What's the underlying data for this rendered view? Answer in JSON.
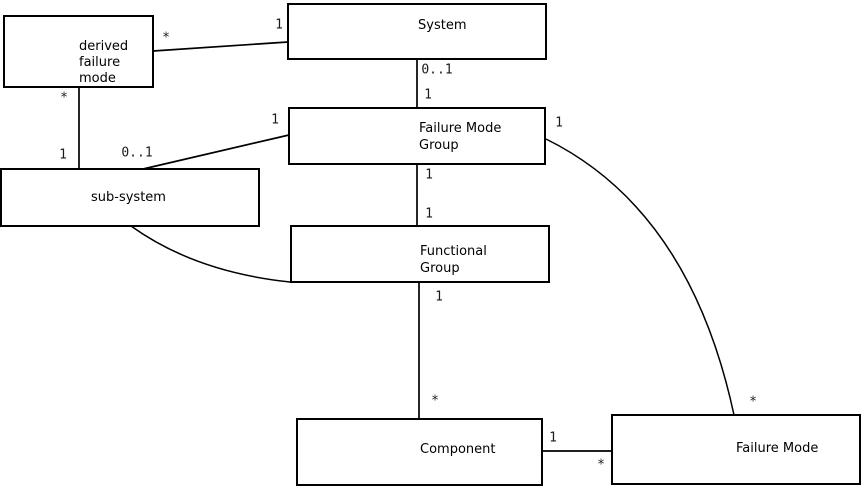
{
  "diagram": {
    "type": "uml-class-diagram",
    "background_color": "#ffffff",
    "line_color": "#000000",
    "boxes": [
      {
        "id": "derived-failure-mode",
        "label": "derived\nfailure\nmode"
      },
      {
        "id": "system",
        "label": "System"
      },
      {
        "id": "failure-mode-group",
        "label": "Failure Mode\nGroup"
      },
      {
        "id": "sub-system",
        "label": "sub-system"
      },
      {
        "id": "functional-group",
        "label": "Functional\nGroup"
      },
      {
        "id": "component",
        "label": "Component"
      },
      {
        "id": "failure-mode",
        "label": "Failure Mode"
      }
    ],
    "edges": [
      {
        "from": "derived failure mode",
        "to": "System",
        "from_label": "*",
        "to_label": "1"
      },
      {
        "from": "derived failure mode",
        "to": "sub-system",
        "from_label": "*",
        "to_label": "1"
      },
      {
        "from": "sub-system",
        "to": "Failure Mode Group",
        "from_label": "0..1",
        "to_label": "1"
      },
      {
        "from": "System",
        "to": "Failure Mode Group",
        "from_label": "0..1",
        "to_label": "1"
      },
      {
        "from": "Failure Mode Group",
        "to": "Functional Group",
        "from_label": "1",
        "to_label": "1"
      },
      {
        "from": "Functional Group",
        "to": "Component",
        "from_label": "1",
        "to_label": "*"
      },
      {
        "from": "Component",
        "to": "Failure Mode",
        "from_label": "1",
        "to_label": "*"
      },
      {
        "from": "Failure Mode Group",
        "to": "Failure Mode",
        "from_label": "1",
        "to_label": "*"
      }
    ]
  }
}
